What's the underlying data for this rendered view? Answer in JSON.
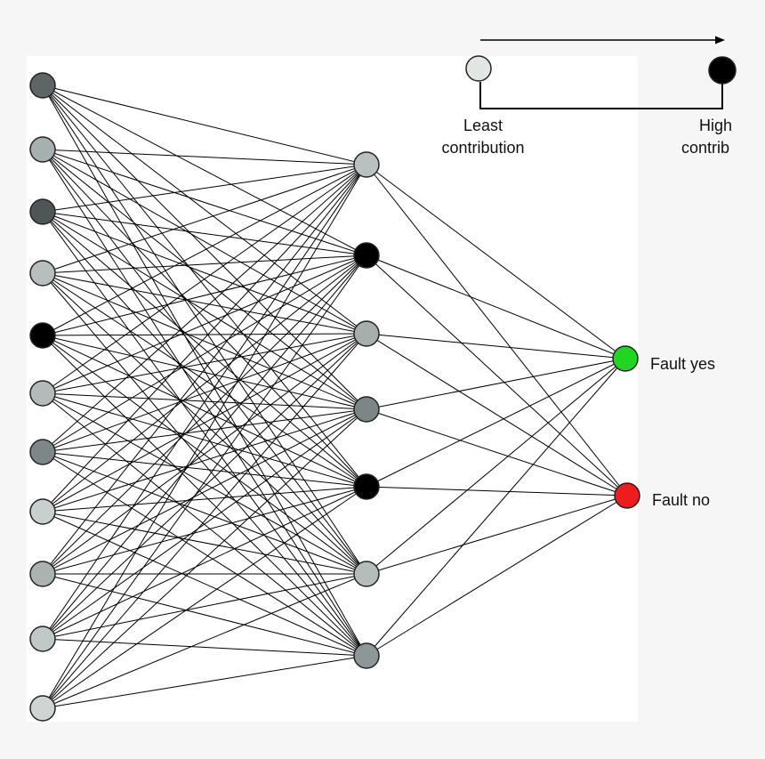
{
  "legend": {
    "low_label_line1": "Least",
    "low_label_line2": "contribution",
    "high_label_line1": "High",
    "high_label_line2": "contrib",
    "low_color": "#e2e6e2",
    "high_color": "#000000"
  },
  "network": {
    "input_nodes": [
      {
        "color": "#5e6566"
      },
      {
        "color": "#a7b0b1"
      },
      {
        "color": "#4e5657"
      },
      {
        "color": "#b6bebe"
      },
      {
        "color": "#000000"
      },
      {
        "color": "#b2baba"
      },
      {
        "color": "#7e8787"
      },
      {
        "color": "#c8cfcf"
      },
      {
        "color": "#aab2b2"
      },
      {
        "color": "#c0c8c8"
      },
      {
        "color": "#cfd5d5"
      }
    ],
    "hidden_nodes": [
      {
        "color": "#b8c0c0"
      },
      {
        "color": "#000000"
      },
      {
        "color": "#a6aeae"
      },
      {
        "color": "#7d8686"
      },
      {
        "color": "#000000"
      },
      {
        "color": "#b4bcbc"
      },
      {
        "color": "#8e9797"
      }
    ],
    "output_nodes": [
      {
        "label": "Fault yes",
        "color": "#1fd71f"
      },
      {
        "label": "Fault no",
        "color": "#ee1c1c"
      }
    ]
  }
}
